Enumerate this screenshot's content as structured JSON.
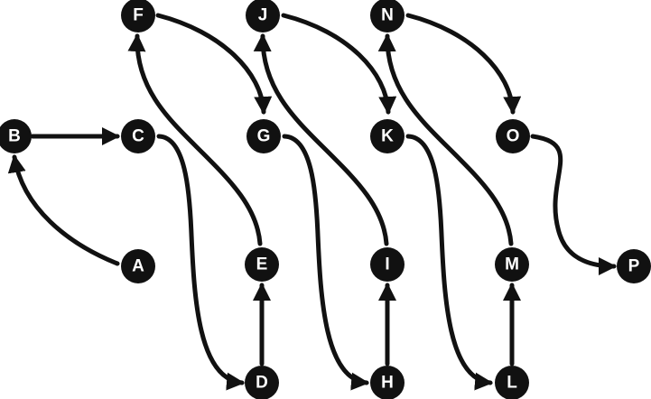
{
  "diagram": {
    "type": "directed-graph",
    "nodes": [
      "A",
      "B",
      "C",
      "D",
      "E",
      "F",
      "G",
      "H",
      "I",
      "J",
      "K",
      "L",
      "M",
      "N",
      "O",
      "P"
    ],
    "edges": [
      [
        "A",
        "B"
      ],
      [
        "B",
        "C"
      ],
      [
        "C",
        "D"
      ],
      [
        "D",
        "E"
      ],
      [
        "E",
        "F"
      ],
      [
        "F",
        "G"
      ],
      [
        "G",
        "H"
      ],
      [
        "H",
        "I"
      ],
      [
        "I",
        "J"
      ],
      [
        "J",
        "K"
      ],
      [
        "K",
        "L"
      ],
      [
        "L",
        "M"
      ],
      [
        "M",
        "N"
      ],
      [
        "N",
        "O"
      ],
      [
        "O",
        "P"
      ]
    ],
    "colors": {
      "node_fill": "#111111",
      "node_text": "#ffffff",
      "edge": "#111111",
      "background": "#ffffff"
    }
  }
}
